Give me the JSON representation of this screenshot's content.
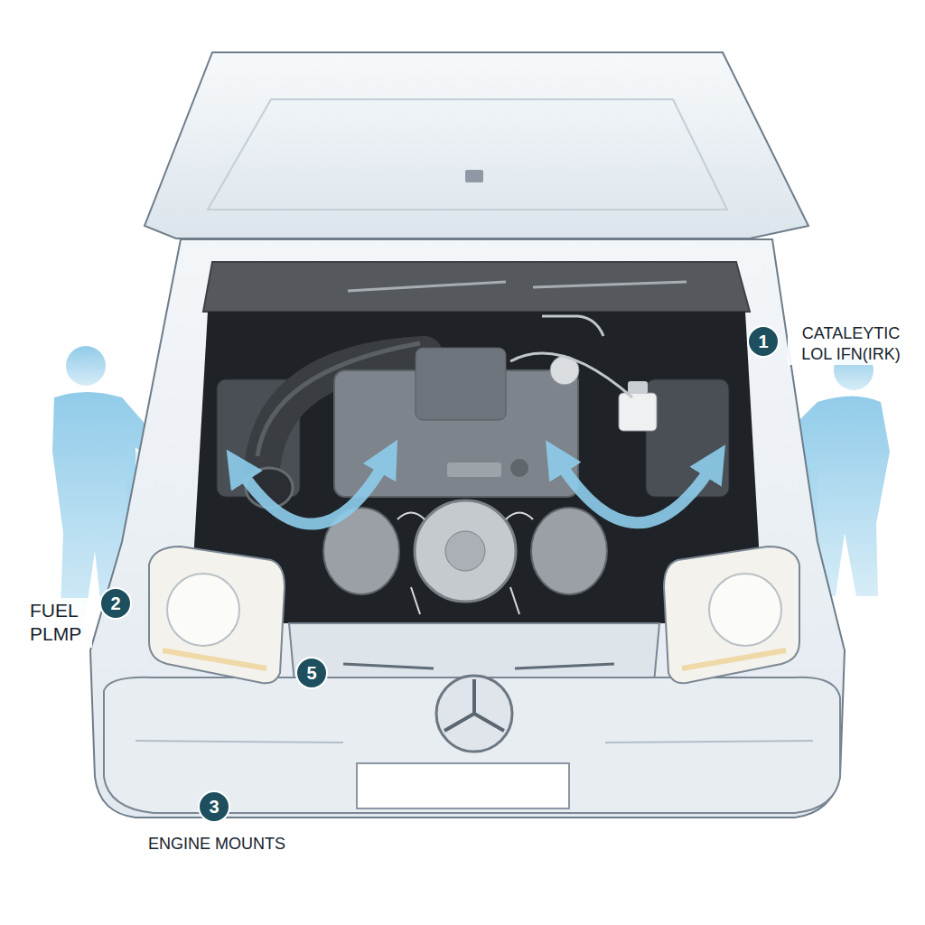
{
  "diagram": {
    "nodes": [
      {
        "text": [
          "1",
          "CATALEYTIC LOL IFN(IRK)"
        ]
      },
      {
        "text": [
          "2",
          "FUEL PLMP"
        ]
      },
      {
        "text": [
          "5"
        ]
      },
      {
        "text": [
          "3",
          "ENGINE MOUNTS"
        ]
      }
    ]
  }
}
